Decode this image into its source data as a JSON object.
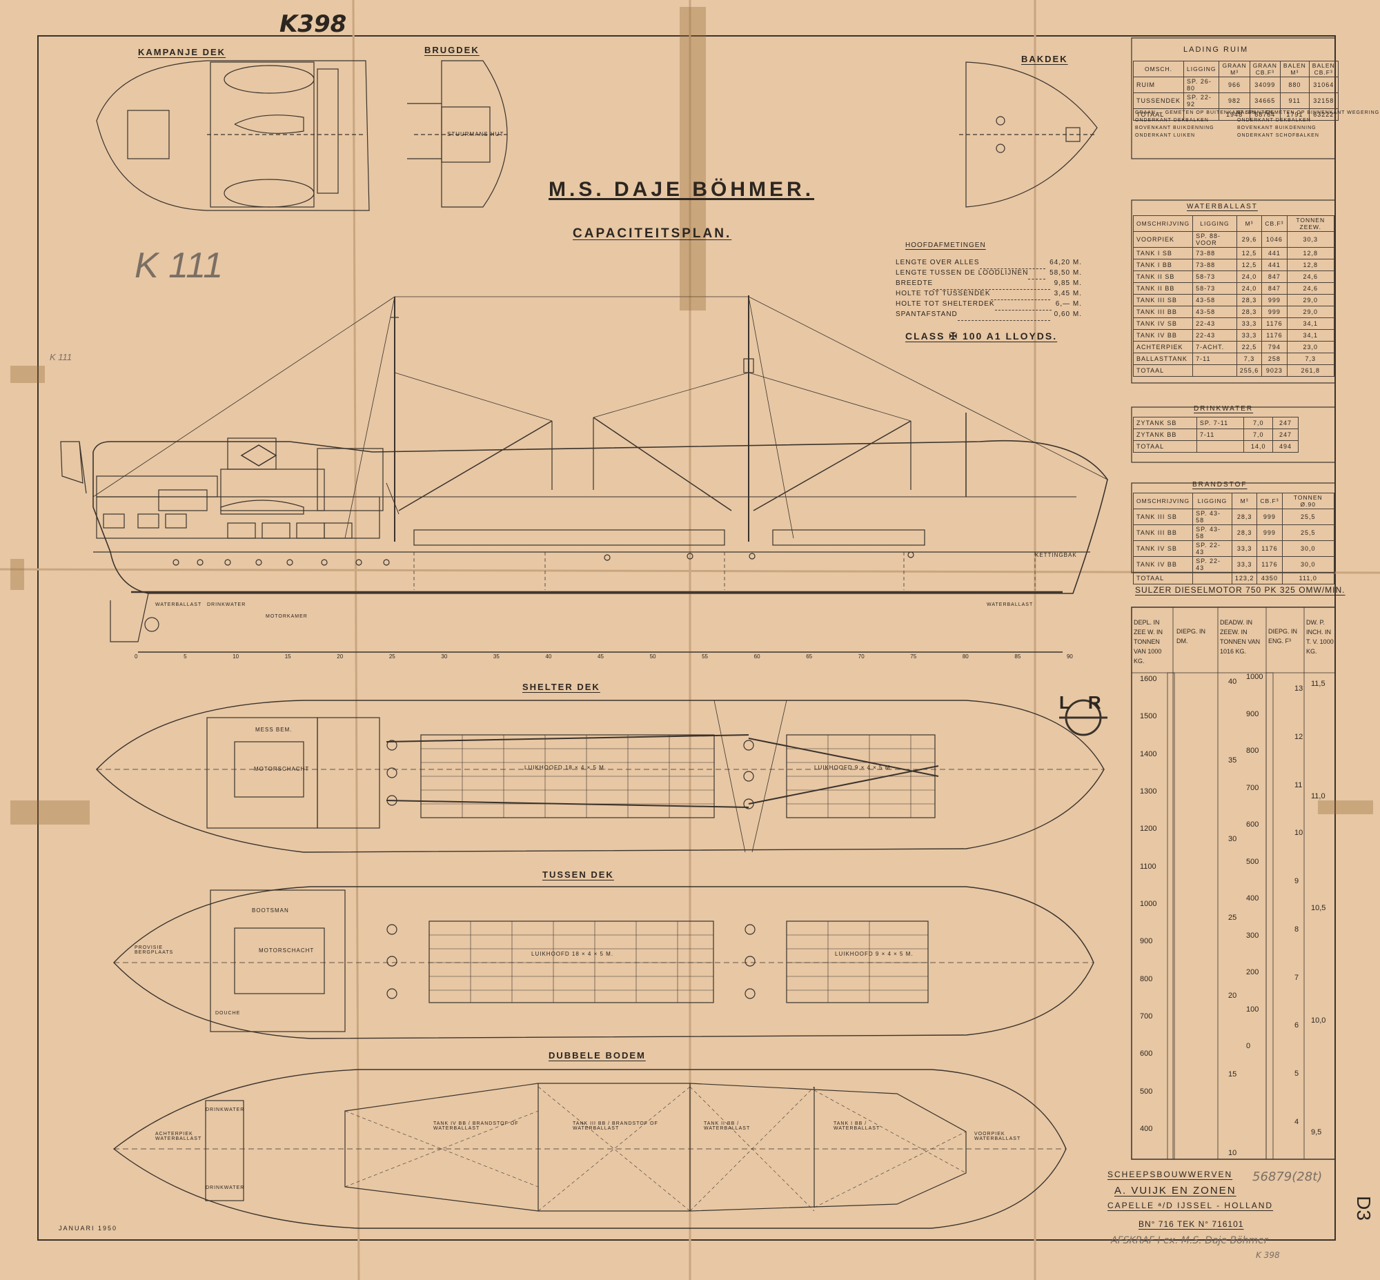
{
  "sheet_number": "K398",
  "title": "M.S. DAJE BÖHMER.",
  "subtitle": "CAPACITEITSPLAN.",
  "pencil_notes": [
    "K 111",
    "K 111"
  ],
  "deck_labels": {
    "kampanje": "KAMPANJE DEK",
    "brug": "BRUGDEK",
    "bak": "BAKDEK",
    "shelter": "SHELTER DEK",
    "tussen": "TUSSEN DEK",
    "dubbele": "DUBBELE BODEM"
  },
  "room_labels": {
    "stuurmans_hut": "STUURMANS HUT",
    "bemanning": "MESS BEM.",
    "motorschacht": "MOTORSCHACHT",
    "luikhoofd_1": "LUIKHOOFD 18 × 4 × 5 M.",
    "luikhoofd_2": "LUIKHOOFD 9 × 4 × 5 M.",
    "kettingbak": "KETTINGBAK",
    "waterballast": "WATERBALLAST",
    "motorkamer": "MOTORKAMER",
    "drinkwater": "DRINKWATER",
    "provisie": "PROVISIE BERGPLAATS",
    "bootsman": "BOOTSMAN",
    "douche": "DOUCHE",
    "achterpiek": "ACHTERPIEK WATERBALLAST",
    "voorpiek": "VOORPIEK WATERBALLAST",
    "tank_iv": "TANK IV BB / BRANDSTOF OF WATERBALLAST",
    "tank_iii": "TANK III BB / BRANDSTOF OF WATERBALLAST",
    "tank_ii": "TANK II BB / WATERBALLAST",
    "tank_i": "TANK I BB / WATERBALLAST"
  },
  "hoofdafmetingen": {
    "title": "HOOFDAFMETINGEN",
    "rows": [
      {
        "label": "LENGTE OVER ALLES",
        "value": "64,20 M."
      },
      {
        "label": "LENGTE TUSSEN DE LOODLIJNEN",
        "value": "58,50 M."
      },
      {
        "label": "BREEDTE",
        "value": "9,85 M."
      },
      {
        "label": "HOLTE TOT TUSSENDEK",
        "value": "3,45 M."
      },
      {
        "label": "HOLTE TOT SHELTERDEK",
        "value": "6,— M."
      },
      {
        "label": "SPANTAFSTAND",
        "value": "0,60 M."
      }
    ],
    "class": "CLASS ✠ 100 A1 LLOYDS."
  },
  "lading_ruim": {
    "title": "LADING RUIM",
    "headers": [
      "OMSCH.",
      "LIGGING",
      "GRAAN M³",
      "GRAAN CB.F³",
      "BALEN M³",
      "BALEN CB.F³"
    ],
    "rows": [
      [
        "RUIM",
        "SP. 26-80",
        "966",
        "34099",
        "880",
        "31064"
      ],
      [
        "TUSSENDEK",
        "SP. 22-92",
        "982",
        "34665",
        "911",
        "32158"
      ],
      [
        "TOTAAL",
        "",
        "1948",
        "68764",
        "1791",
        "63222"
      ]
    ],
    "notes": [
      "GRAAN — GEMETEN OP BUITENKANT SPANTEN",
      "ONDERKANT DEKBALKEN",
      "BOVENKANT BUIKDENNING",
      "ONDERKANT LUIKEN",
      "BALEN — GEMETEN OP BINNENKANT WEGERING",
      "ONDERKANT DEKBALKEN",
      "BOVENKANT BUIKDENNING",
      "ONDERKANT SCHOFBALKEN"
    ]
  },
  "water_ballast": {
    "title": "WATERBALLAST",
    "headers": [
      "OMSCHRIJVING",
      "LIGGING",
      "M³",
      "CB.F³",
      "TONNEN ZEEW."
    ],
    "rows": [
      [
        "VOORPIEK",
        "SP. 88-VOOR",
        "29,6",
        "1046",
        "30,3"
      ],
      [
        "TANK I SB",
        "73-88",
        "12,5",
        "441",
        "12,8"
      ],
      [
        "TANK I BB",
        "73-88",
        "12,5",
        "441",
        "12,8"
      ],
      [
        "TANK II SB",
        "58-73",
        "24,0",
        "847",
        "24,6"
      ],
      [
        "TANK II BB",
        "58-73",
        "24,0",
        "847",
        "24,6"
      ],
      [
        "TANK III SB",
        "43-58",
        "28,3",
        "999",
        "29,0"
      ],
      [
        "TANK III BB",
        "43-58",
        "28,3",
        "999",
        "29,0"
      ],
      [
        "TANK IV SB",
        "22-43",
        "33,3",
        "1176",
        "34,1"
      ],
      [
        "TANK IV BB",
        "22-43",
        "33,3",
        "1176",
        "34,1"
      ],
      [
        "ACHTERPIEK",
        "7-ACHT.",
        "22,5",
        "794",
        "23,0"
      ],
      [
        "BALLASTTANK",
        "7-11",
        "7,3",
        "258",
        "7,3"
      ],
      [
        "TOTAAL",
        "",
        "255,6",
        "9023",
        "261,8"
      ]
    ]
  },
  "drinkwater": {
    "title": "DRINKWATER",
    "rows": [
      [
        "ZYTANK SB",
        "SP. 7-11",
        "7,0",
        "247"
      ],
      [
        "ZYTANK BB",
        "7-11",
        "7,0",
        "247"
      ],
      [
        "TOTAAL",
        "",
        "14,0",
        "494"
      ]
    ]
  },
  "brandstof": {
    "title": "BRANDSTOF",
    "headers": [
      "OMSCHRIJVING",
      "LIGGING",
      "M³",
      "CB.F³",
      "TONNEN Ø.90"
    ],
    "rows": [
      [
        "TANK III SB",
        "SP. 43-58",
        "28,3",
        "999",
        "25,5"
      ],
      [
        "TANK III BB",
        "SP. 43-58",
        "28,3",
        "999",
        "25,5"
      ],
      [
        "TANK IV SB",
        "SP. 22-43",
        "33,3",
        "1176",
        "30,0"
      ],
      [
        "TANK IV BB",
        "SP. 22-43",
        "33,3",
        "1176",
        "30,0"
      ],
      [
        "TOTAAL",
        "",
        "123,2",
        "4350",
        "111,0"
      ]
    ]
  },
  "motor": "SULZER DIESELMOTOR 750 PK 325 OMW/MIN.",
  "scale_table": {
    "headers": [
      "DEPL. IN ZEE W. IN TONNEN VAN 1000 KG.",
      "DIEPG. IN DM.",
      "DEADW. IN ZEEW. IN TONNEN VAN 1016 KG.",
      "DIEPG. IN ENG. F³",
      "DW. P. INCH. IN T. V. 1000 KG."
    ],
    "depl": [
      "1600",
      "1500",
      "1400",
      "1300",
      "1200",
      "1100",
      "1000",
      "900",
      "800",
      "700",
      "600",
      "500",
      "400"
    ],
    "diepg_dm": [
      "40",
      "35",
      "30",
      "25",
      "20",
      "15",
      "10"
    ],
    "deadw": [
      "1000",
      "900",
      "800",
      "700",
      "600",
      "500",
      "400",
      "300",
      "200",
      "100",
      "0"
    ],
    "diepg_ft": [
      "13",
      "12",
      "11",
      "10",
      "9",
      "8",
      "7",
      "6",
      "5",
      "4"
    ],
    "dw_inch": [
      "11,5",
      "11,0",
      "10,5",
      "10,0",
      "9,5"
    ]
  },
  "logo": "LR",
  "yard": {
    "line1": "SCHEEPSBOUWWERVEN",
    "line2": "A. VUIJK EN ZONEN",
    "line3": "CAPELLE ᵃ/D IJSSEL - HOLLAND",
    "number": "BN° 716   TEK N° 716101",
    "handwritten": "56879(28t)",
    "sheet_code": "D3"
  },
  "date": "JANUARI 1950",
  "archive_note": [
    "AFSKRAF I  ex. M.S. Daje Böhmer",
    "K 398"
  ],
  "frame_numbers": [
    "0",
    "5",
    "10",
    "15",
    "20",
    "25",
    "30",
    "35",
    "40",
    "45",
    "50",
    "55",
    "60",
    "65",
    "70",
    "75",
    "80",
    "85",
    "90"
  ],
  "colors": {
    "paper": "#e7c7a4",
    "ink": "#3a322b",
    "tape": "#a8773f"
  }
}
